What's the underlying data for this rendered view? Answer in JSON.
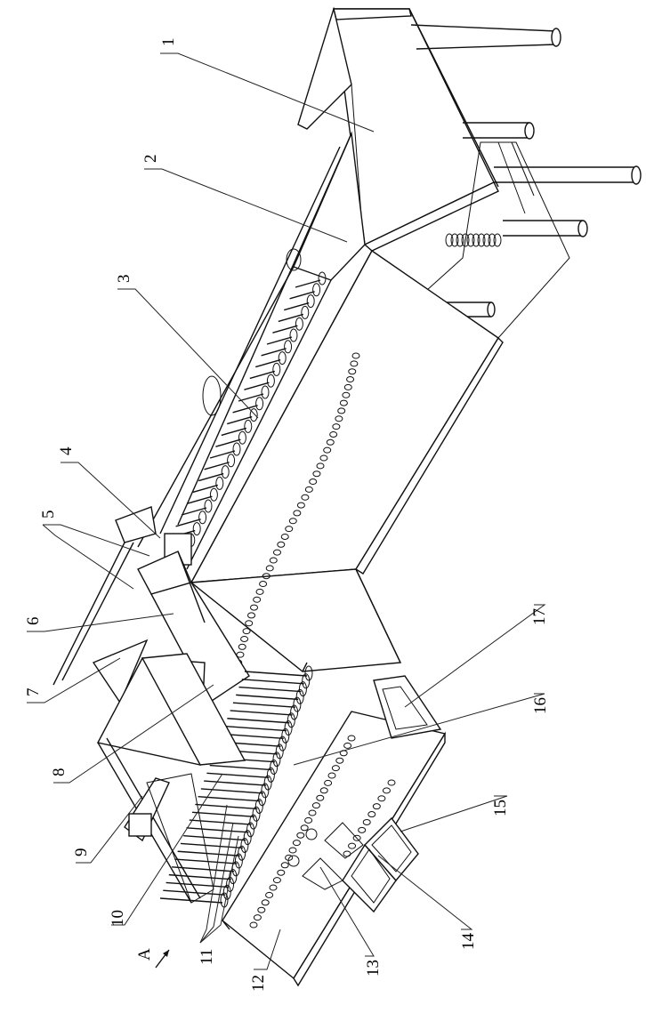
{
  "labels": {
    "l1": "1",
    "l2": "2",
    "l3": "3",
    "l4": "4",
    "l5": "5",
    "l6": "6",
    "l7": "7",
    "l8": "8",
    "l9": "9",
    "l10": "10",
    "l11": "11",
    "l12": "12",
    "l13": "13",
    "l14": "14",
    "l15": "15",
    "l16": "16",
    "l17": "17"
  },
  "view_marker": "A"
}
